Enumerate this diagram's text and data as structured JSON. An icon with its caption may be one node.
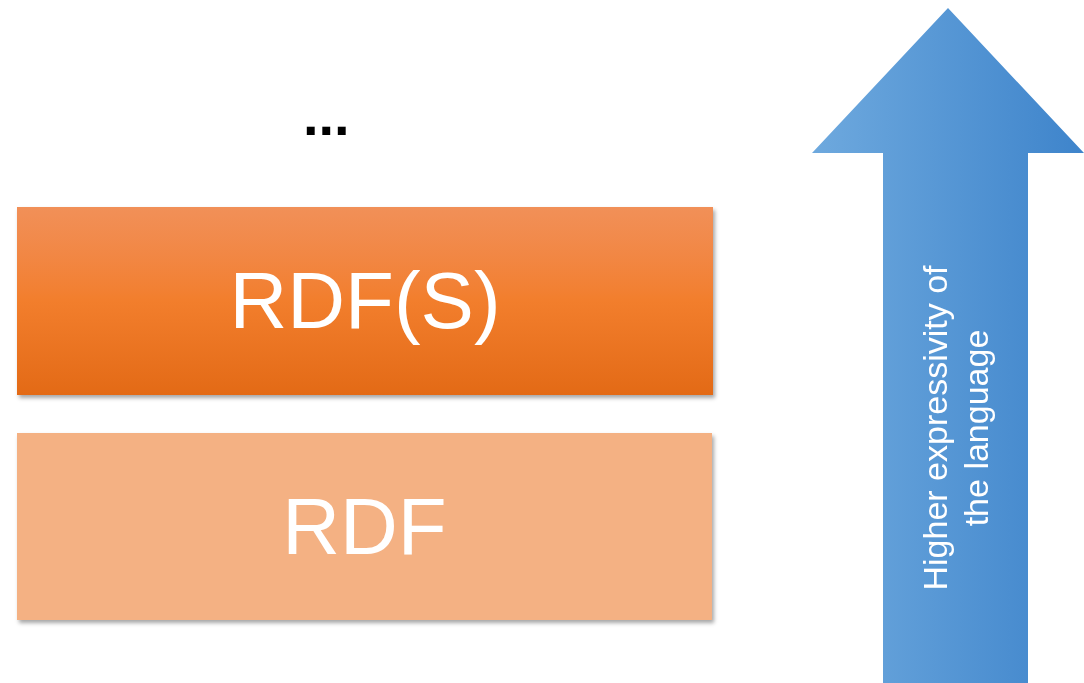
{
  "diagram": {
    "nodes": [
      {
        "text": [
          "RDF(S)"
        ]
      },
      {
        "text": [
          "RDF"
        ]
      },
      {
        "text": [
          "Higher expressivity of the language"
        ]
      }
    ],
    "labels": [
      "..."
    ]
  }
}
